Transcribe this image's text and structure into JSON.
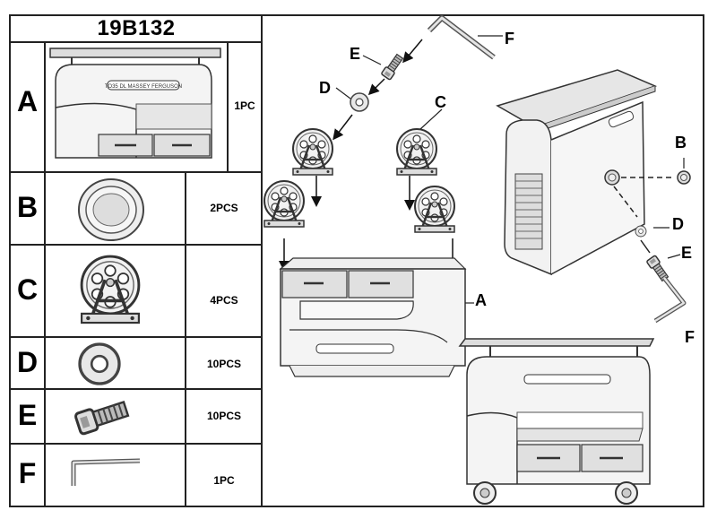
{
  "sheet": {
    "model_number": "19B132"
  },
  "parts": [
    {
      "letter": "A",
      "name": "tractor-cabinet",
      "quantity": "1PC"
    },
    {
      "letter": "B",
      "name": "cap",
      "quantity": "2PCS"
    },
    {
      "letter": "C",
      "name": "caster-wheel",
      "quantity": "4PCS"
    },
    {
      "letter": "D",
      "name": "washer",
      "quantity": "10PCS"
    },
    {
      "letter": "E",
      "name": "socket-head-bolt",
      "quantity": "10PCS"
    },
    {
      "letter": "F",
      "name": "allen-key",
      "quantity": "1PC"
    }
  ],
  "diagram": {
    "callouts": {
      "top_left_F": "F",
      "top_left_E": "E",
      "top_left_D": "D",
      "top_C": "C",
      "cabinet_A": "A",
      "right_B": "B",
      "right_D": "D",
      "right_E": "E",
      "right_F": "F"
    },
    "emblem_text": "TO35 DL MASSEY FERGUSON"
  }
}
